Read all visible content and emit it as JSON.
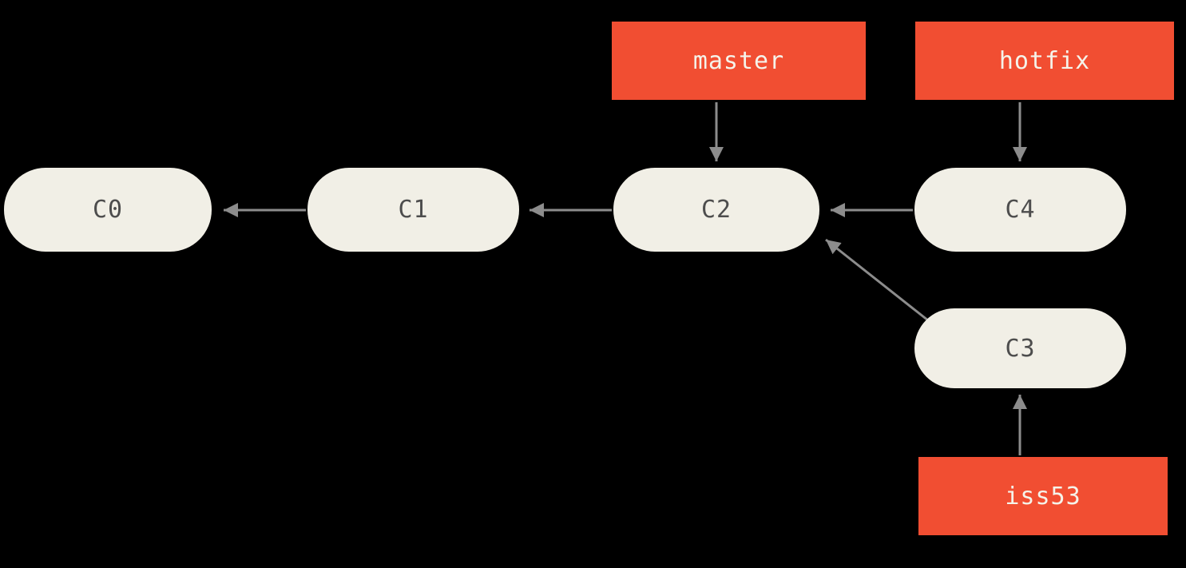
{
  "diagram": {
    "type": "git-commit-graph",
    "nodes": [
      {
        "id": "C0",
        "label": "C0"
      },
      {
        "id": "C1",
        "label": "C1"
      },
      {
        "id": "C2",
        "label": "C2"
      },
      {
        "id": "C4",
        "label": "C4"
      },
      {
        "id": "C3",
        "label": "C3"
      }
    ],
    "branches": [
      {
        "id": "master",
        "label": "master",
        "points_to": "C2"
      },
      {
        "id": "hotfix",
        "label": "hotfix",
        "points_to": "C4"
      },
      {
        "id": "iss53",
        "label": "iss53",
        "points_to": "C3"
      }
    ],
    "edges": [
      {
        "from": "C1",
        "to": "C0"
      },
      {
        "from": "C2",
        "to": "C1"
      },
      {
        "from": "C4",
        "to": "C2"
      },
      {
        "from": "C3",
        "to": "C2"
      },
      {
        "from": "master",
        "to": "C2"
      },
      {
        "from": "hotfix",
        "to": "C4"
      },
      {
        "from": "iss53",
        "to": "C3"
      }
    ]
  },
  "colors": {
    "background": "#000000",
    "node-fill": "#F1EFE6",
    "node-text": "#4D4D4D",
    "branch-fill": "#F14E32",
    "branch-text": "#F5F3EA",
    "arrow": "#8C8C8C"
  }
}
